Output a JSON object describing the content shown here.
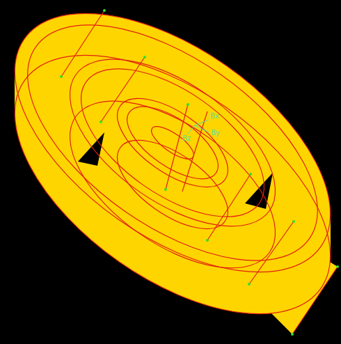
{
  "diagram": {
    "labels": [
      "Bx",
      "By",
      "Bz"
    ]
  }
}
